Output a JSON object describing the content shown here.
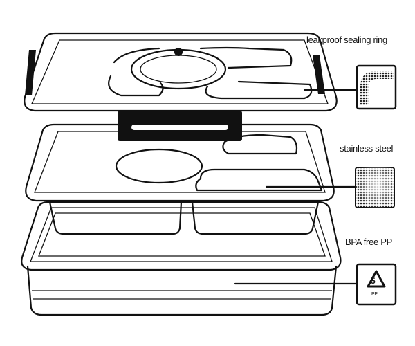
{
  "labels": {
    "sealing_ring": "leakproof sealing ring",
    "steel": "stainless steel",
    "pp": "BPA free PP"
  },
  "recycle_symbol": {
    "number": "5",
    "code": "PP"
  },
  "colors": {
    "line": "#111111",
    "background": "#ffffff"
  }
}
